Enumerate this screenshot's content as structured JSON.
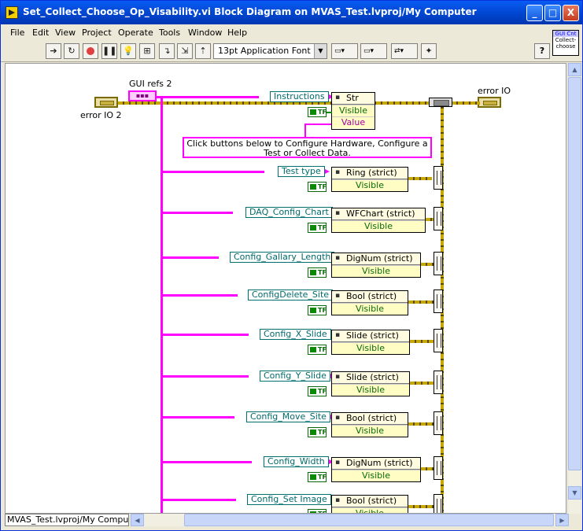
{
  "window": {
    "title": "Set_Collect_Choose_Op_Visability.vi Block Diagram on MVAS_Test.lvproj/My Computer",
    "minimize": "_",
    "maximize": "□",
    "close": "X"
  },
  "menu": [
    "File",
    "Edit",
    "View",
    "Project",
    "Operate",
    "Tools",
    "Window",
    "Help"
  ],
  "toolbar": {
    "font": "13pt Application Font",
    "help": "?"
  },
  "vi_icon": {
    "line1": "GUI Cnt",
    "line2": "Collect-",
    "line3": "choose"
  },
  "diagram": {
    "gui_refs_label": "GUI refs 2",
    "error_in_label": "error IO 2",
    "error_out_label": "error IO",
    "comment": "Click buttons below to Configure Hardware, Configure a Test or Collect Data.",
    "true_const": "TF",
    "nodes": [
      {
        "ref": "Instructions",
        "cls": "Str",
        "props": [
          "Visible",
          "Value"
        ]
      },
      {
        "ref": "Test type",
        "cls": "Ring (strict)",
        "props": [
          "Visible"
        ]
      },
      {
        "ref": "DAQ_Config_Chart",
        "cls": "WFChart (strict)",
        "props": [
          "Visible"
        ]
      },
      {
        "ref": "Config_Gallary_Length",
        "cls": "DigNum (strict)",
        "props": [
          "Visible"
        ]
      },
      {
        "ref": "ConfigDelete_Site",
        "cls": "Bool (strict)",
        "props": [
          "Visible"
        ]
      },
      {
        "ref": "Config_X_Slide",
        "cls": "Slide (strict)",
        "props": [
          "Visible"
        ]
      },
      {
        "ref": "Config_Y_Slide",
        "cls": "Slide (strict)",
        "props": [
          "Visible"
        ]
      },
      {
        "ref": "Config_Move_Site",
        "cls": "Bool (strict)",
        "props": [
          "Visible"
        ]
      },
      {
        "ref": "Config_Width",
        "cls": "DigNum (strict)",
        "props": [
          "Visible"
        ]
      },
      {
        "ref": "Config_Set Image",
        "cls": "Bool (strict)",
        "props": [
          "Visible"
        ]
      }
    ]
  },
  "status": {
    "path": "MVAS_Test.lvproj/My Computer"
  }
}
